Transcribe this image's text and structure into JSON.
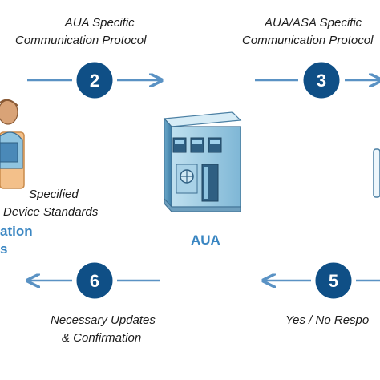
{
  "top_left_label": [
    "AUA Specific",
    "Communication Protocol"
  ],
  "top_right_label": [
    "AUA/ASA Specific",
    "Communication Protocol"
  ],
  "left_label": [
    "Specified",
    "Device Standards"
  ],
  "left_blue_lines": [
    "ation",
    "s"
  ],
  "aua_label": "AUA",
  "bottom_left_label": [
    "Necessary Updates",
    "& Confirmation"
  ],
  "bottom_right_label": "Yes / No Respo",
  "steps": [
    "2",
    "3",
    "5",
    "6"
  ],
  "colors": {
    "step_fill": "#0f4f86",
    "arrow": "#5a92c4",
    "building": "#8fc4e0",
    "accent": "#3a86c2"
  }
}
